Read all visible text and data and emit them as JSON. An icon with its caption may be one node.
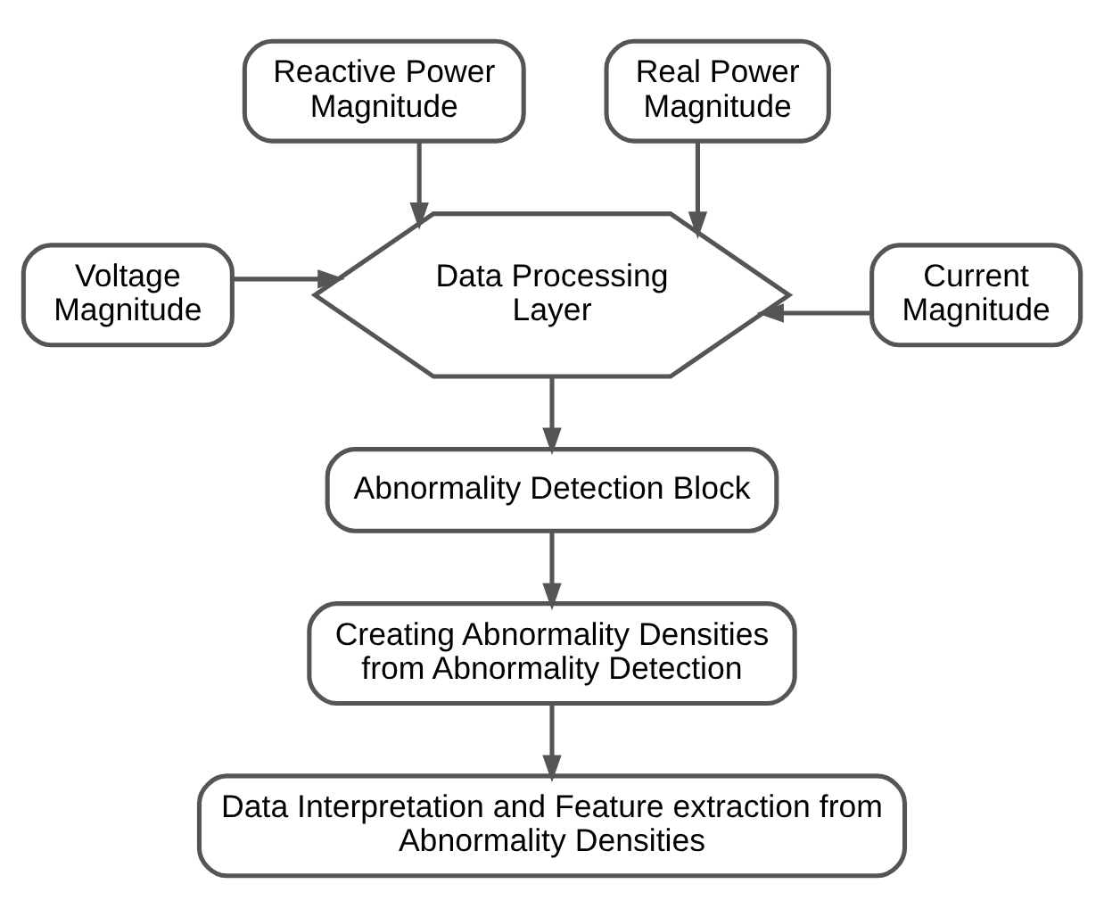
{
  "diagram": {
    "nodes": [
      {
        "text": [
          "Reactive Power Magnitude"
        ]
      },
      {
        "text": [
          "Real Power Magnitude"
        ]
      },
      {
        "text": [
          "Voltage Magnitude"
        ]
      },
      {
        "text": [
          "Data Processing Layer"
        ]
      },
      {
        "text": [
          "Current Magnitude"
        ]
      },
      {
        "text": [
          "Abnormality Detection Block"
        ]
      },
      {
        "text": [
          "Creating Abnormality Densities from Abnormality Detection"
        ]
      },
      {
        "text": [
          "Data Interpretation and Feature extraction from Abnormality Densities"
        ]
      }
    ],
    "edges": [
      {
        "from": 0,
        "to": 3,
        "arrow": "to"
      },
      {
        "from": 1,
        "to": 3,
        "arrow": "to"
      },
      {
        "from": 2,
        "to": 3,
        "arrow": "to"
      },
      {
        "from": 4,
        "to": 3,
        "arrow": "to"
      },
      {
        "from": 3,
        "to": 5,
        "arrow": "to"
      },
      {
        "from": 5,
        "to": 6,
        "arrow": "to"
      },
      {
        "from": 6,
        "to": 7,
        "arrow": "to"
      }
    ]
  }
}
